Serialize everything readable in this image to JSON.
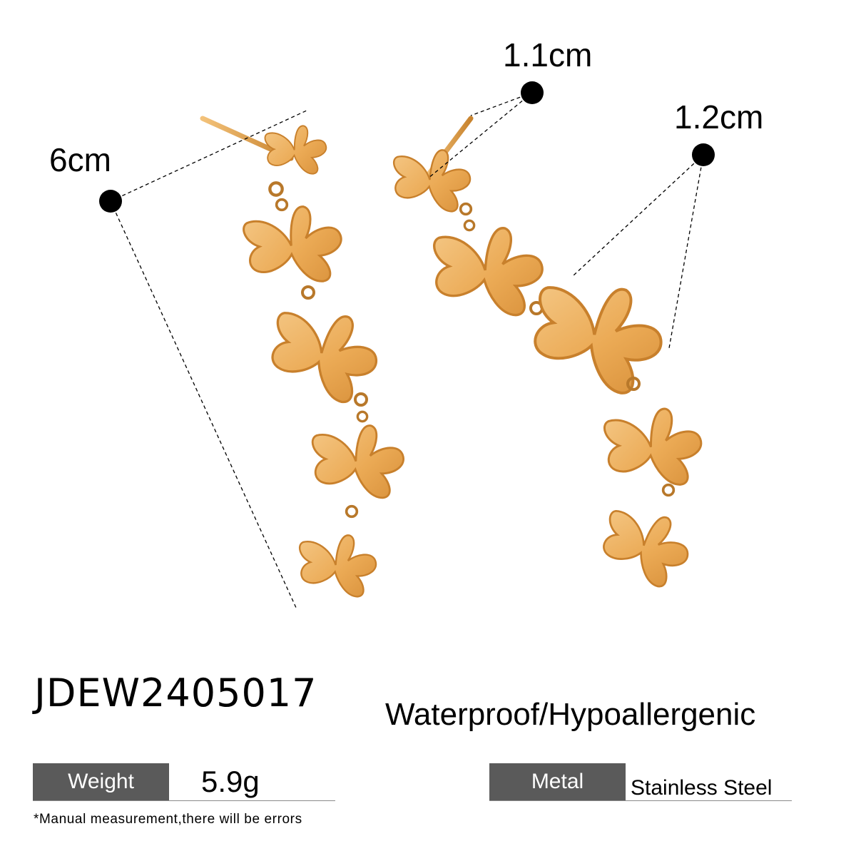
{
  "product": {
    "sku": "JDEW2405017",
    "feature": "Waterproof/Hypoallergenic",
    "note": "*Manual measurement,there will be errors"
  },
  "measurements": {
    "length": "6cm",
    "stud_width": "1.1cm",
    "butterfly_width": "1.2cm"
  },
  "specs": {
    "weight": {
      "label": "Weight",
      "value": "5.9g"
    },
    "metal": {
      "label": "Metal",
      "value": "Stainless Steel"
    }
  },
  "colors": {
    "gold": "#E8A94E",
    "gold_light": "#F2C07A",
    "gold_dark": "#C9812A",
    "label_bg": "#5A5A5A",
    "divider": "#8A8A8A"
  },
  "image": {
    "subject": "pair of gold butterfly chain drop stud earrings",
    "left_earring_butterflies": 5,
    "right_earring_butterflies": 5
  }
}
